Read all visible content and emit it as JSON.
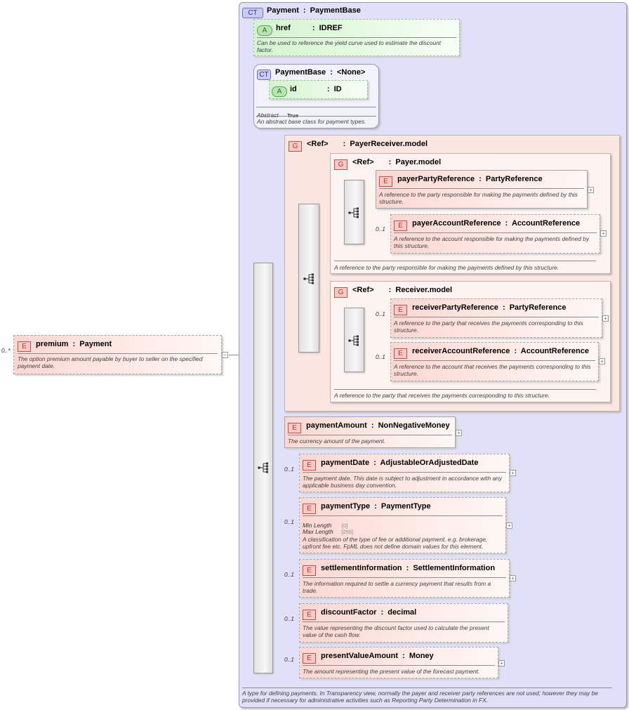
{
  "root_element": {
    "badge": "E",
    "name": "premium",
    "type": "Payment",
    "multiplicity": "0..*",
    "doc": "The option premium amount payable by buyer to seller on the specified payment date."
  },
  "complex_type": {
    "badge": "CT",
    "name": "Payment",
    "type": "PaymentBase",
    "doc": "A type for defining payments. In Transparency view, normally the payer and receiver party references are not used; however they may be provided if necessary for administrative activities such as Reporting Party Determination in FX."
  },
  "href_attribute": {
    "badge": "A",
    "name": "href",
    "type": "IDREF",
    "doc": "Can be used to reference the yield curve used to estimate the discount factor."
  },
  "payment_base": {
    "badge": "CT",
    "name": "PaymentBase",
    "type": "<None>",
    "attribute_badge": "A",
    "attribute_name": "id",
    "attribute_type": "ID",
    "abstract_label": "Abstract",
    "abstract_value": "True",
    "doc": "An abstract base class for payment types."
  },
  "payer_receiver_group": {
    "badge": "G",
    "ref": "<Ref>",
    "name": "PayerReceiver.model"
  },
  "payer_group": {
    "badge": "G",
    "ref": "<Ref>",
    "name": "Payer.model",
    "doc": "A reference to the party responsible for making the payments defined by this structure."
  },
  "receiver_group": {
    "badge": "G",
    "ref": "<Ref>",
    "name": "Receiver.model",
    "doc": "A reference to the party that receives the payments corresponding to this structure."
  },
  "payer_party_reference": {
    "badge": "E",
    "name": "payerPartyReference",
    "type": "PartyReference",
    "doc": "A reference to the party responsible for making the payments defined by this structure."
  },
  "payer_account_reference": {
    "badge": "E",
    "name": "payerAccountReference",
    "type": "AccountReference",
    "multiplicity": "0..1",
    "doc": "A reference to the account responsible for making the payments defined by this structure."
  },
  "receiver_party_reference": {
    "badge": "E",
    "name": "receiverPartyReference",
    "type": "PartyReference",
    "multiplicity": "0..1",
    "doc": "A reference to the party that receives the payments corresponding to this structure."
  },
  "receiver_account_reference": {
    "badge": "E",
    "name": "receiverAccountReference",
    "type": "AccountReference",
    "multiplicity": "0..1",
    "doc": "A reference to the account that receives the payments corresponding to this structure."
  },
  "payment_amount": {
    "badge": "E",
    "name": "paymentAmount",
    "type": "NonNegativeMoney",
    "doc": "The currency amount of the payment."
  },
  "payment_date": {
    "badge": "E",
    "name": "paymentDate",
    "type": "AdjustableOrAdjustedDate",
    "multiplicity": "0..1",
    "doc": "The payment date. This date is subject to adjustment in accordance with any applicable business day convention."
  },
  "payment_type": {
    "badge": "E",
    "name": "paymentType",
    "type": "PaymentType",
    "multiplicity": "0..1",
    "min_length_label": "Min Length",
    "min_length_value": "[0]",
    "max_length_label": "Max Length",
    "max_length_value": "[255]",
    "doc": "A classification of the type of fee or additional payment, e.g. brokerage, upfront fee etc. FpML does not define domain values for this element."
  },
  "settlement_information": {
    "badge": "E",
    "name": "settlementInformation",
    "type": "SettlementInformation",
    "multiplicity": "0..1",
    "doc": "The information required to settle a currency payment that results from a trade."
  },
  "discount_factor": {
    "badge": "E",
    "name": "discountFactor",
    "type": "decimal",
    "multiplicity": "0..1",
    "doc": "The value representing the discount factor used to calculate the present value of the cash flow."
  },
  "present_value_amount": {
    "badge": "E",
    "name": "presentValueAmount",
    "type": "Money",
    "multiplicity": "0..1",
    "doc": "The amount representing the present value of the forecast payment."
  },
  "separator": ":",
  "expand_symbol": "+",
  "collapse_symbol": "−",
  "icons": {
    "sequence": "sequence-compositor-icon",
    "expand": "expand-plus-icon",
    "collapse": "collapse-minus-icon"
  }
}
